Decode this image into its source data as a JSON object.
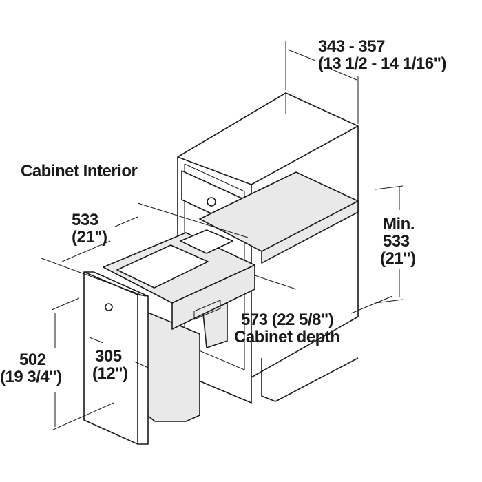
{
  "title": "Cabinet Interior",
  "dimensions": {
    "cabinet_width": {
      "mm": "343 - 357",
      "inch": "(13 1/2 - 14 1/16\")"
    },
    "interior_depth": {
      "mm": "533",
      "inch": "(21\")"
    },
    "min_height": {
      "prefix": "Min.",
      "mm": "533",
      "inch": "(21\")"
    },
    "cabinet_depth": {
      "value": "573 (22 5/8\")",
      "caption": "Cabinet depth"
    },
    "front_width": {
      "mm": "305",
      "inch": "(12\")"
    },
    "front_height": {
      "mm": "502",
      "inch": "(19 3/4\")"
    }
  },
  "colors": {
    "line": "#1a1a1a",
    "fill": "#e9e9e9"
  }
}
